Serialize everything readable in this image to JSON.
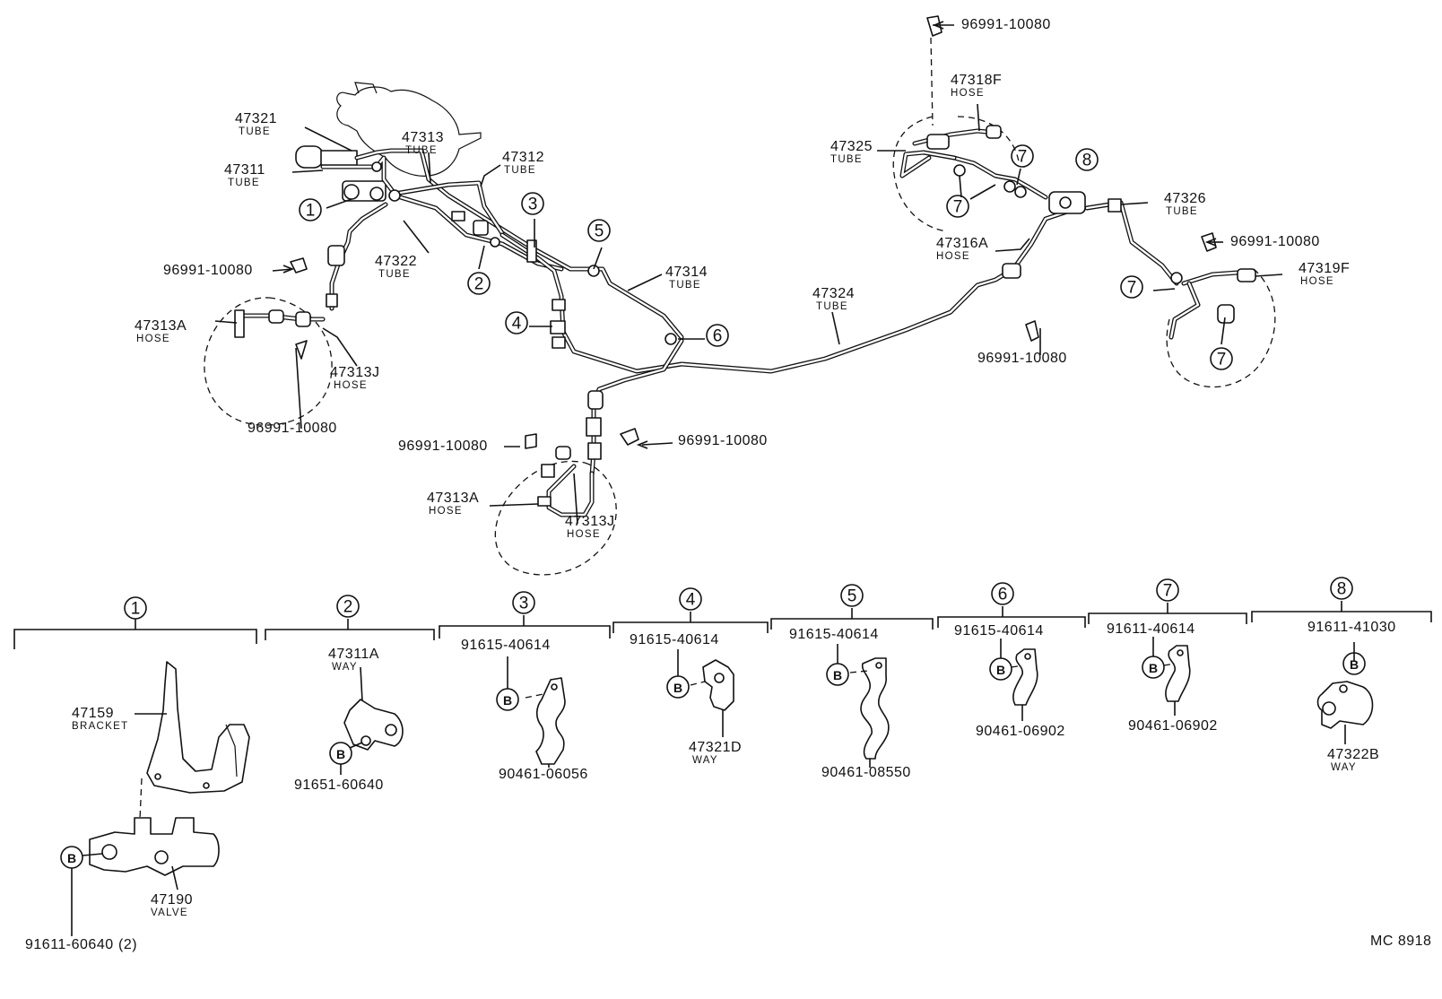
{
  "labels": {
    "l47321": "47321",
    "l47321s": "TUBE",
    "l47311": "47311",
    "l47311s": "TUBE",
    "l47313": "47313",
    "l47313s": "TUBE",
    "l47312": "47312",
    "l47312s": "TUBE",
    "l47322": "47322",
    "l47322s": "TUBE",
    "l47314": "47314",
    "l47314s": "TUBE",
    "l47324": "47324",
    "l47324s": "TUBE",
    "l47313A_l": "47313A",
    "l47313A_ls": "HOSE",
    "l47313J_l": "47313J",
    "l47313J_ls": "HOSE",
    "l47313A_c": "47313A",
    "l47313A_cs": "HOSE",
    "l47313J_c": "47313J",
    "l47313J_cs": "HOSE",
    "l47318F": "47318F",
    "l47318Fs": "HOSE",
    "l47325": "47325",
    "l47325s": "TUBE",
    "l47326": "47326",
    "l47326s": "TUBE",
    "l47316A": "47316A",
    "l47316As": "HOSE",
    "l47319F": "47319F",
    "l47319Fs": "HOSE",
    "c1": "96991-10080",
    "c2": "96991-10080",
    "c3": "96991-10080",
    "c4": "96991-10080",
    "c5": "96991-10080",
    "c6": "96991-10080",
    "c7": "96991-10080"
  },
  "callouts": [
    "1",
    "2",
    "3",
    "4",
    "5",
    "6",
    "7",
    "8"
  ],
  "b_symbol": "B",
  "groups": {
    "g1": {
      "bracket_no": "47159",
      "bracket_name": "BRACKET",
      "valve_no": "47190",
      "valve_name": "VALVE",
      "bolt": "91611-60640",
      "qty": "(2)"
    },
    "g2": {
      "part_no": "47311A",
      "part_name": "WAY",
      "bolt": "91651-60640"
    },
    "g3": {
      "bolt": "91615-40614",
      "clamp": "90461-06056"
    },
    "g4": {
      "bolt": "91615-40614",
      "part_no": "47321D",
      "part_name": "WAY"
    },
    "g5": {
      "bolt": "91615-40614",
      "clamp": "90461-08550"
    },
    "g6": {
      "bolt": "91615-40614",
      "clamp": "90461-06902"
    },
    "g7": {
      "bolt": "91611-40614",
      "clamp": "90461-06902"
    },
    "g8": {
      "bolt": "91611-41030",
      "part_no": "47322B",
      "part_name": "WAY"
    }
  },
  "figure_code": "MC 8918"
}
